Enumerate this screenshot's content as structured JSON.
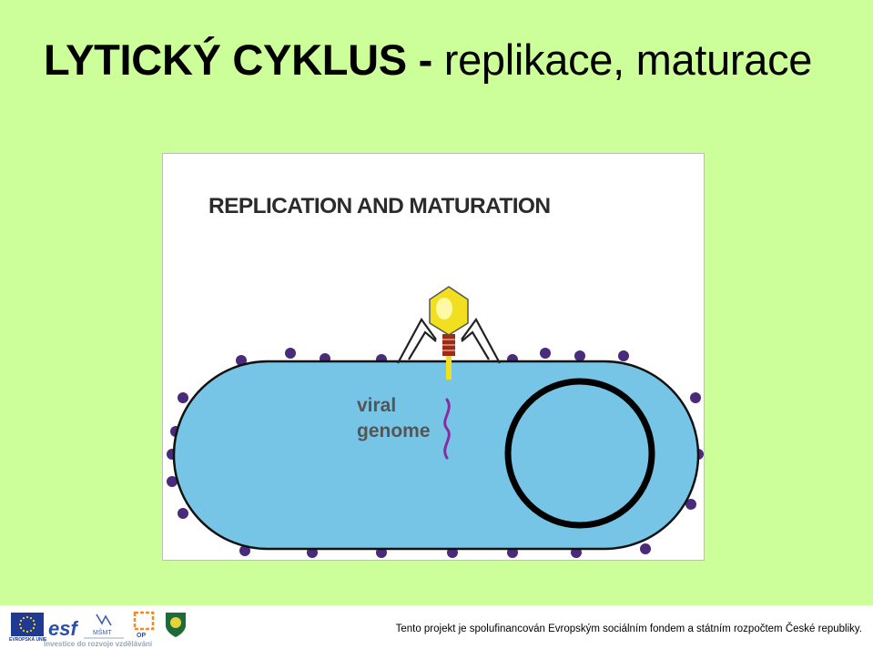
{
  "slide": {
    "title_bold": "LYTICKÝ CYKLUS -",
    "title_rest": " replikace, maturace"
  },
  "figure": {
    "heading": "REPLICATION AND MATURATION",
    "label_line1": "viral",
    "label_line2": "genome",
    "colors": {
      "cell_fill": "#77c5e6",
      "cell_stroke": "#111111",
      "surface_dots": "#4a2a7a",
      "phage_head": "#f2e020",
      "phage_collar": "#9a2d18",
      "genome": "#8a2aa0",
      "chromosome_ring": "#000000"
    }
  },
  "footer": {
    "text": "Tento projekt je spolufinancován Evropským sociálním fondem a státním rozpočtem České republiky.",
    "tagline": "Investice do rozvoje vzdělávání",
    "logo_eu": "EVROPSKÁ UNIE",
    "logo_esf": "esf",
    "logo_msmt": "MŠMT",
    "logo_op": "OP"
  }
}
